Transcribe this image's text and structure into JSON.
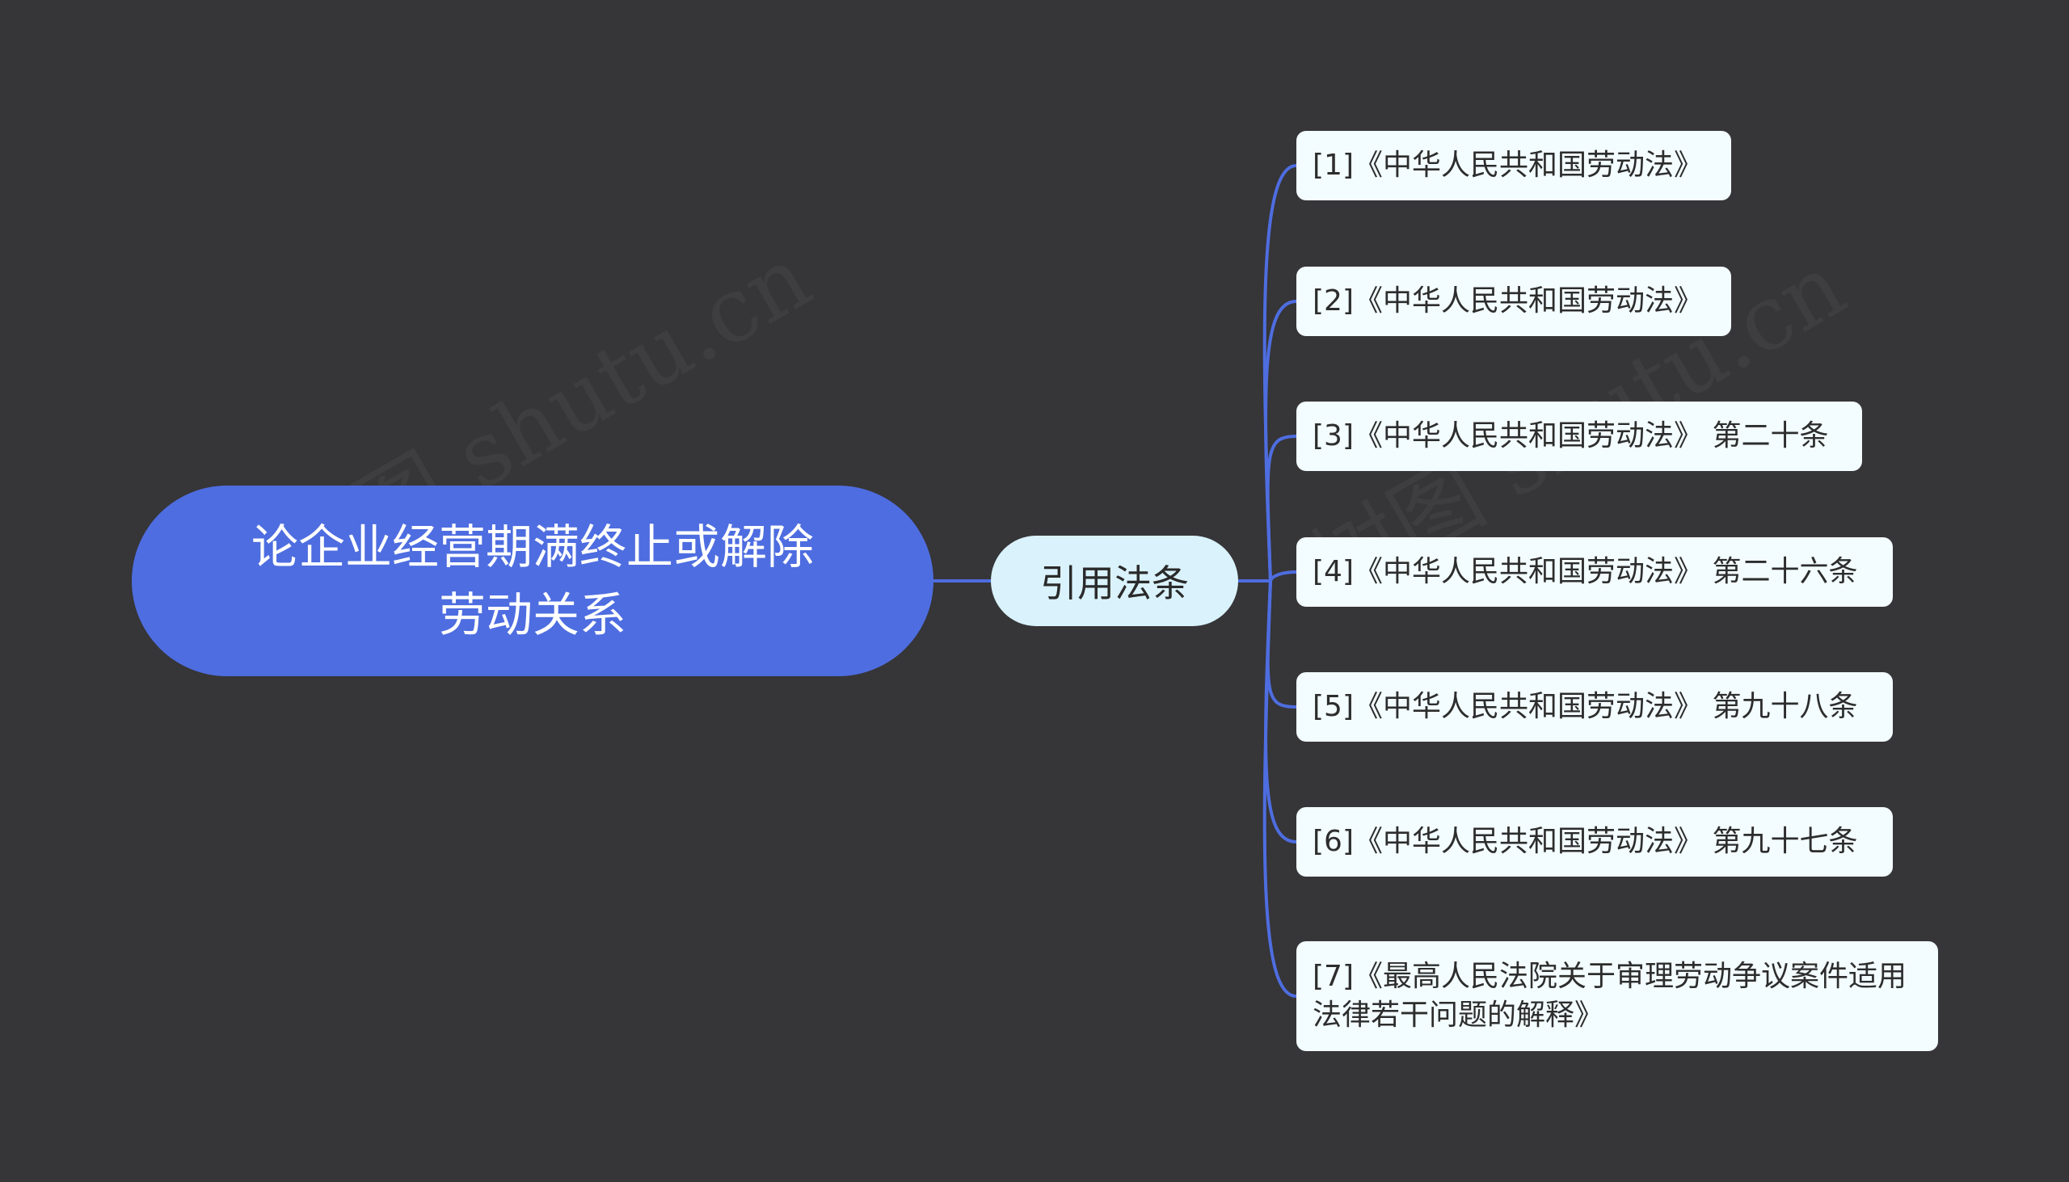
{
  "map": {
    "root": {
      "title": "论企业经营期满终止或解除劳动关系"
    },
    "branch": {
      "label": "引用法条"
    },
    "leaves": [
      {
        "label": "[1]《中华人民共和国劳动法》"
      },
      {
        "label": "[2]《中华人民共和国劳动法》"
      },
      {
        "label": "[3]《中华人民共和国劳动法》 第二十条"
      },
      {
        "label": "[4]《中华人民共和国劳动法》 第二十六条"
      },
      {
        "label": "[5]《中华人民共和国劳动法》 第九十八条"
      },
      {
        "label": "[6]《中华人民共和国劳动法》 第九十七条"
      },
      {
        "label": "[7]《最高人民法院关于审理劳动争议案件适用法律若干问题的解释》"
      }
    ]
  },
  "colors": {
    "background": "#363537",
    "root_fill": "#4e6de0",
    "branch_fill": "#d9f2fb",
    "leaf_fill": "#f3fcfe",
    "connector": "#4e6de0"
  }
}
